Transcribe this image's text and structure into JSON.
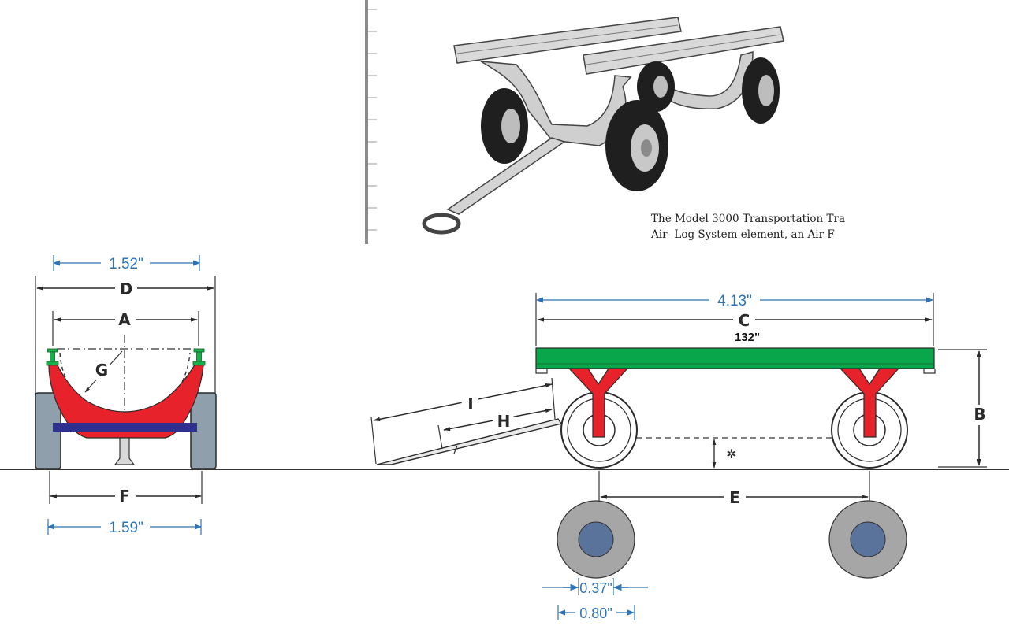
{
  "caption": {
    "line1": "The Model 3000 Transportation Tra",
    "line2": "Air- Log System element, an Air F"
  },
  "front_view": {
    "dim_top": "1.52\"",
    "dim_bottom": "1.59\"",
    "labels": {
      "D": "D",
      "A": "A",
      "G": "G",
      "F": "F"
    }
  },
  "side_view": {
    "dim_deck": "4.13\"",
    "deck_length": "132\"",
    "labels": {
      "C": "C",
      "B": "B",
      "E": "E",
      "I": "I",
      "H": "H",
      "star": "✲"
    },
    "dim_hub": "0.37\"",
    "dim_wheel": "0.80\""
  },
  "colors": {
    "dimension_blue": "#2f73b5",
    "frame_red": "#e8222b",
    "axle_navy": "#2e2f8f",
    "tire_gray": "#8fa0ac",
    "deck_green": "#0aa64b",
    "rail_green": "#17b04a",
    "wheel_gray": "#a6a6a6",
    "hub_blue": "#5a739a"
  }
}
